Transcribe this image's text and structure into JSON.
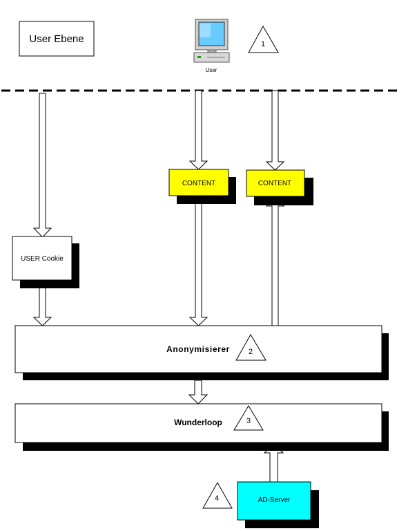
{
  "header": {
    "layer_label": "User Ebene",
    "computer_label": "User",
    "computer_number": "1"
  },
  "nodes": {
    "content_left": "CONTENT",
    "content_right": "CONTENT",
    "user_cookie": "USER Cookie",
    "anonymisierer": "Anonymisierer",
    "anonymisierer_number": "2",
    "wunderloop": "Wunderloop",
    "wunderloop_number": "3",
    "ad_server": "AD-Server",
    "ad_server_number": "4"
  },
  "colors": {
    "content_fill": "#ffff00",
    "ad_server_fill": "#00ffff",
    "shadow": "#000000",
    "box_fill": "#ffffff",
    "monitor_screen": "#66ccff"
  }
}
